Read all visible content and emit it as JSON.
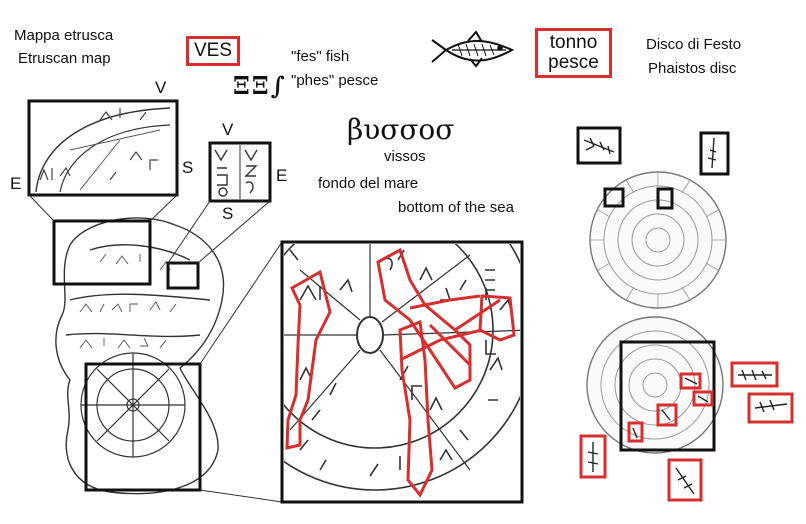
{
  "labels": {
    "etruscan_map_it": "Mappa etrusca",
    "etruscan_map_en": "Etruscan map",
    "ves": "VES",
    "fes_fish": "\"fes\"  fish",
    "phes_pesce": "\"phes\"   pesce",
    "etruscan_glyphs": "ΞΞ∫",
    "tonno": "tonno",
    "pesce": "pesce",
    "festo_it": "Disco di Festo",
    "festo_en": "Phaistos disc",
    "byssos": "βυσσοσ",
    "vissos": "vissos",
    "fondo": "fondo del mare",
    "bottom": "bottom of the sea"
  },
  "directions": {
    "v_top_left": "V",
    "e_left": "E",
    "s_left": "S",
    "v_small": "V",
    "e_small": "E",
    "s_small": "S"
  },
  "colors": {
    "highlight": "#d62f2f",
    "frame": "#111111",
    "sketch": "#444444",
    "disc": "#888888"
  }
}
